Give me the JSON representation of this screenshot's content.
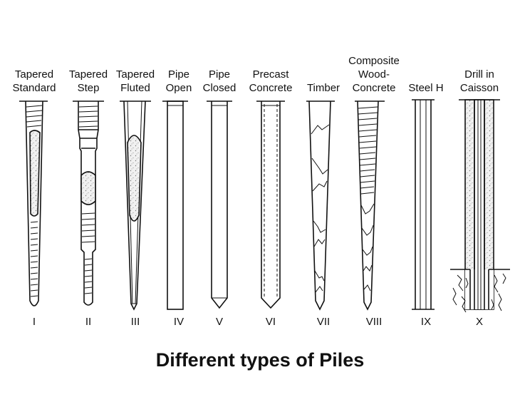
{
  "caption": "Different types of Piles",
  "piles": [
    {
      "numeral": "I",
      "label": [
        "Tapered",
        "Standard"
      ]
    },
    {
      "numeral": "II",
      "label": [
        "Tapered",
        "Step"
      ]
    },
    {
      "numeral": "III",
      "label": [
        "Tapered",
        "Fluted"
      ]
    },
    {
      "numeral": "IV",
      "label": [
        "Pipe",
        "Open"
      ]
    },
    {
      "numeral": "V",
      "label": [
        "Pipe",
        "Closed"
      ]
    },
    {
      "numeral": "VI",
      "label": [
        "Precast",
        "Concrete"
      ]
    },
    {
      "numeral": "VII",
      "label": [
        "Timber"
      ]
    },
    {
      "numeral": "VIII",
      "label": [
        "Composite",
        "Wood-",
        "Concrete"
      ]
    },
    {
      "numeral": "IX",
      "label": [
        "Steel H"
      ]
    },
    {
      "numeral": "X",
      "label": [
        "Drill in",
        "Caisson"
      ]
    }
  ]
}
